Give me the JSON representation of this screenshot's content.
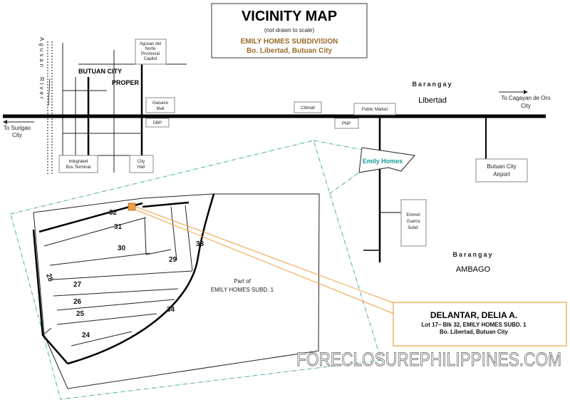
{
  "title": {
    "heading": "VICINITY MAP",
    "subheading": "(not drawn to scale)",
    "subdivision": "EMILY HOMES SUBDIVISION",
    "location": "Bo. Libertad, Butuan City"
  },
  "directions": {
    "west": [
      "To Surigao",
      "City"
    ],
    "east": [
      "To  Cagayan de Oro",
      "City"
    ]
  },
  "river": [
    "Agusan",
    "River"
  ],
  "districts": {
    "city_proper": [
      "BUTUAN CITY",
      "PROPER"
    ],
    "libertad": [
      "Barangay",
      "Libertad"
    ],
    "ambago": [
      "Barangay",
      "AMBAGO"
    ]
  },
  "landmarks": {
    "capitol": [
      "Agusan del",
      "Norte",
      "Provincial",
      "Capitol"
    ],
    "gaisano": [
      "Gaisano",
      "Mall"
    ],
    "dbp": "DBP",
    "bus_terminal": [
      "Integrated",
      "Bus Terminal"
    ],
    "city_hall": [
      "City",
      "Hall"
    ],
    "citimall": "Citimall",
    "public_market": "Public Market",
    "pnp": "PNP",
    "emily_homes": "Emily Homes",
    "airport": [
      "Butuan City",
      "Airport"
    ],
    "eminvil": [
      "Eminvil",
      "Guerra",
      "Subd."
    ]
  },
  "lots": {
    "numbers": [
      "32",
      "31",
      "30",
      "29",
      "33",
      "28",
      "27",
      "26",
      "25",
      "24",
      "34"
    ],
    "part_of": [
      "Part of",
      "EMILY HOMES SUBD. 1"
    ]
  },
  "owner_box": {
    "name": "DELANTAR, DELIA A.",
    "lot": "Lot 17– Blk 32, EMILY HOMES SUBD. 1",
    "address": "Bo. Libertad, Butuan City"
  },
  "watermark": "FORECLOSUREPHILIPPINES.COM",
  "colors": {
    "subdivision_text": "#9a6a2a",
    "emily_homes": "#1a9a9a",
    "callout": "#f0a040",
    "boundary": "#4aa8a8"
  }
}
